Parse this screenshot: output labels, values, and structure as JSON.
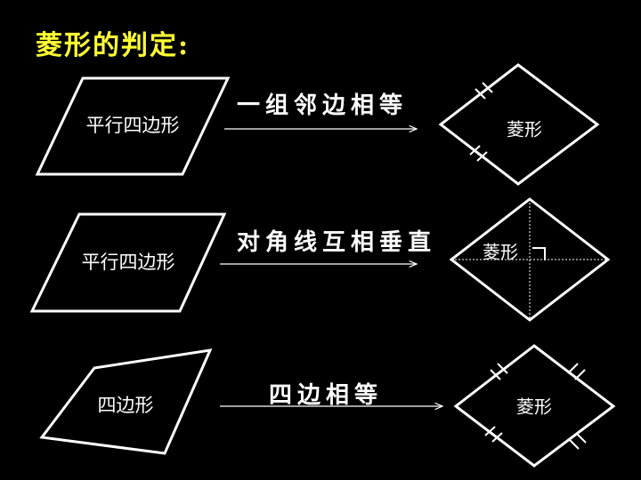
{
  "title": "菱形的判定:",
  "rows": [
    {
      "source": "平行四边形",
      "condition": "一组邻边相等",
      "result": "菱形"
    },
    {
      "source": "平行四边形",
      "condition": "对角线互相垂直",
      "result": "菱形"
    },
    {
      "source": "四边形",
      "condition": "四边相等",
      "result": "菱形"
    }
  ],
  "colors": {
    "background": "#000000",
    "title": "#ffff33",
    "lines": "#ffffff"
  }
}
